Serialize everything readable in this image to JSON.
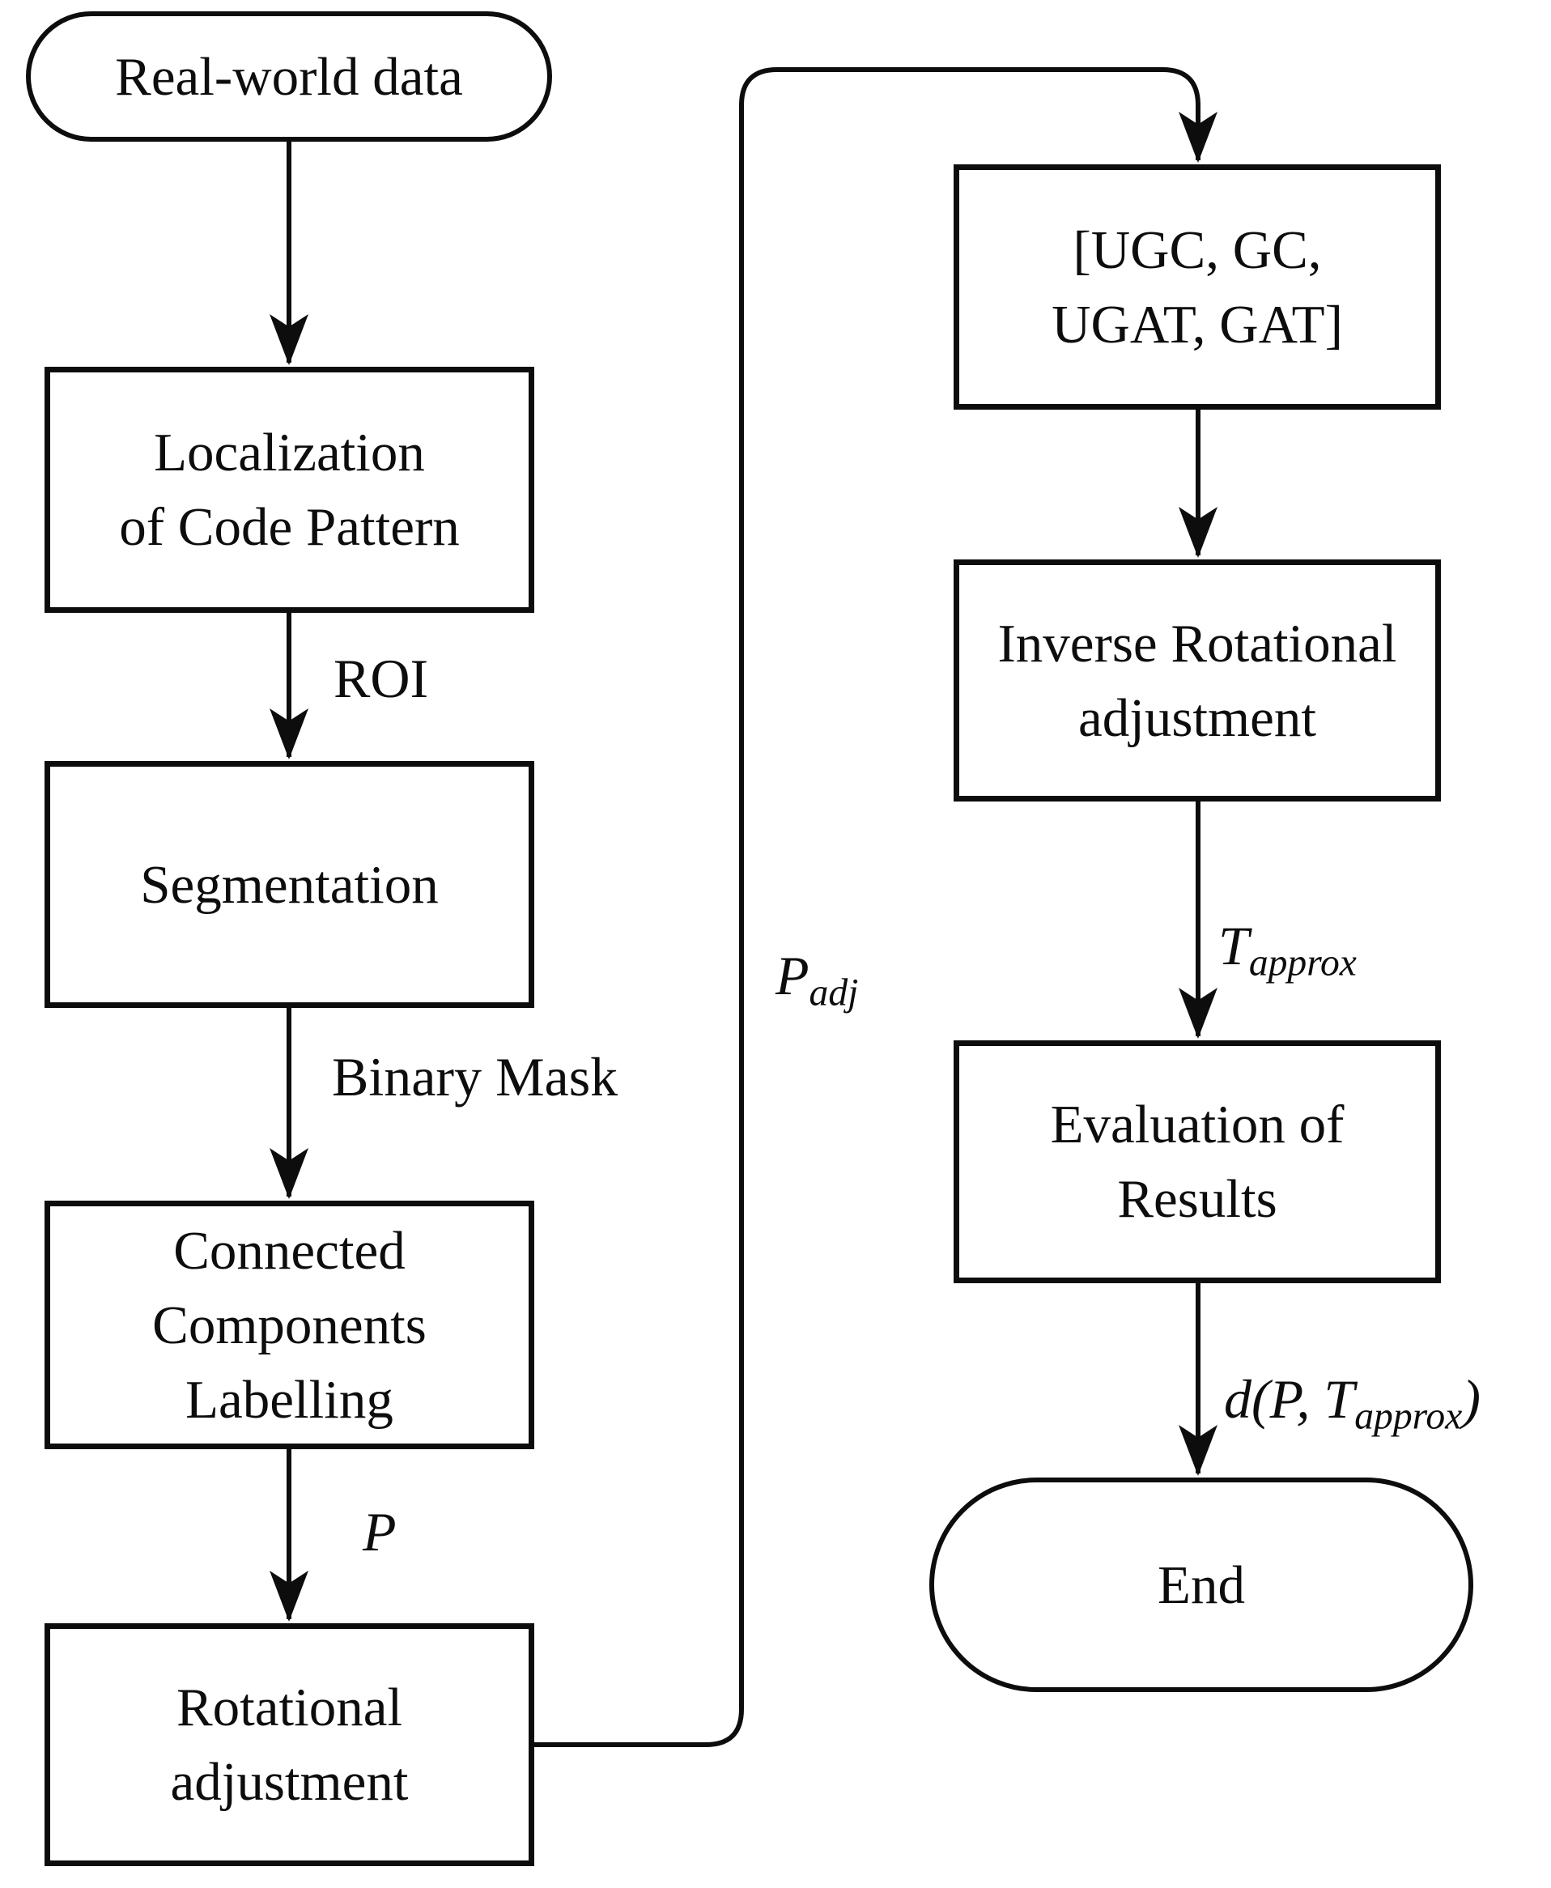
{
  "diagram": {
    "background_color": "#ffffff",
    "line_color": "#0d0d0d",
    "nodes": {
      "real_world": {
        "shape": "terminator",
        "lines": [
          "Real-world data"
        ]
      },
      "localization": {
        "shape": "process",
        "lines": [
          "Localization",
          "of Code Pattern"
        ]
      },
      "segmentation": {
        "shape": "process",
        "lines": [
          "Segmentation"
        ]
      },
      "connected_components": {
        "shape": "process",
        "lines": [
          "Connected",
          "Components",
          "Labelling"
        ]
      },
      "rotational_adjustment": {
        "shape": "process",
        "lines": [
          "Rotational",
          "adjustment"
        ]
      },
      "transform_list": {
        "shape": "process",
        "lines": [
          "[UGC, GC,",
          "UGAT, GAT]"
        ]
      },
      "inverse_rotational": {
        "shape": "process",
        "lines": [
          "Inverse Rotational",
          "adjustment"
        ]
      },
      "evaluation": {
        "shape": "process",
        "lines": [
          "Evaluation of",
          "Results"
        ]
      },
      "end": {
        "shape": "terminator",
        "lines": [
          "End"
        ]
      }
    },
    "edge_labels": {
      "roi": "ROI",
      "binary_mask": "Binary Mask",
      "p": "P",
      "p_adj": {
        "main": "P",
        "sub": "adj"
      },
      "t_approx": {
        "main": "T",
        "sub": "approx"
      },
      "distance": {
        "pre": "d(P, T",
        "sub": "approx",
        "post": ")"
      }
    }
  }
}
